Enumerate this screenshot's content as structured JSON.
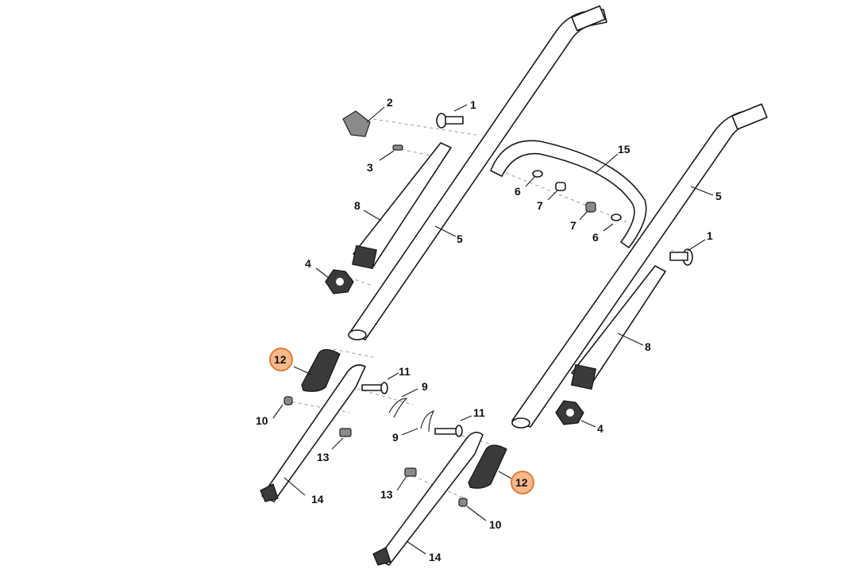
{
  "diagram": {
    "labels": {
      "l1a": "1",
      "l1b": "1",
      "l2": "2",
      "l3": "3",
      "l4a": "4",
      "l4b": "4",
      "l5a": "5",
      "l5b": "5",
      "l6a": "6",
      "l6b": "6",
      "l7a": "7",
      "l7b": "7",
      "l8a": "8",
      "l8b": "8",
      "l9a": "9",
      "l9b": "9",
      "l10a": "10",
      "l10b": "10",
      "l11a": "11",
      "l11b": "11",
      "l12a": "12",
      "l12b": "12",
      "l13a": "13",
      "l13b": "13",
      "l14a": "14",
      "l14b": "14",
      "l15": "15"
    },
    "highlight_color": "#f6b98a",
    "highlight_stroke": "#e07b39"
  }
}
